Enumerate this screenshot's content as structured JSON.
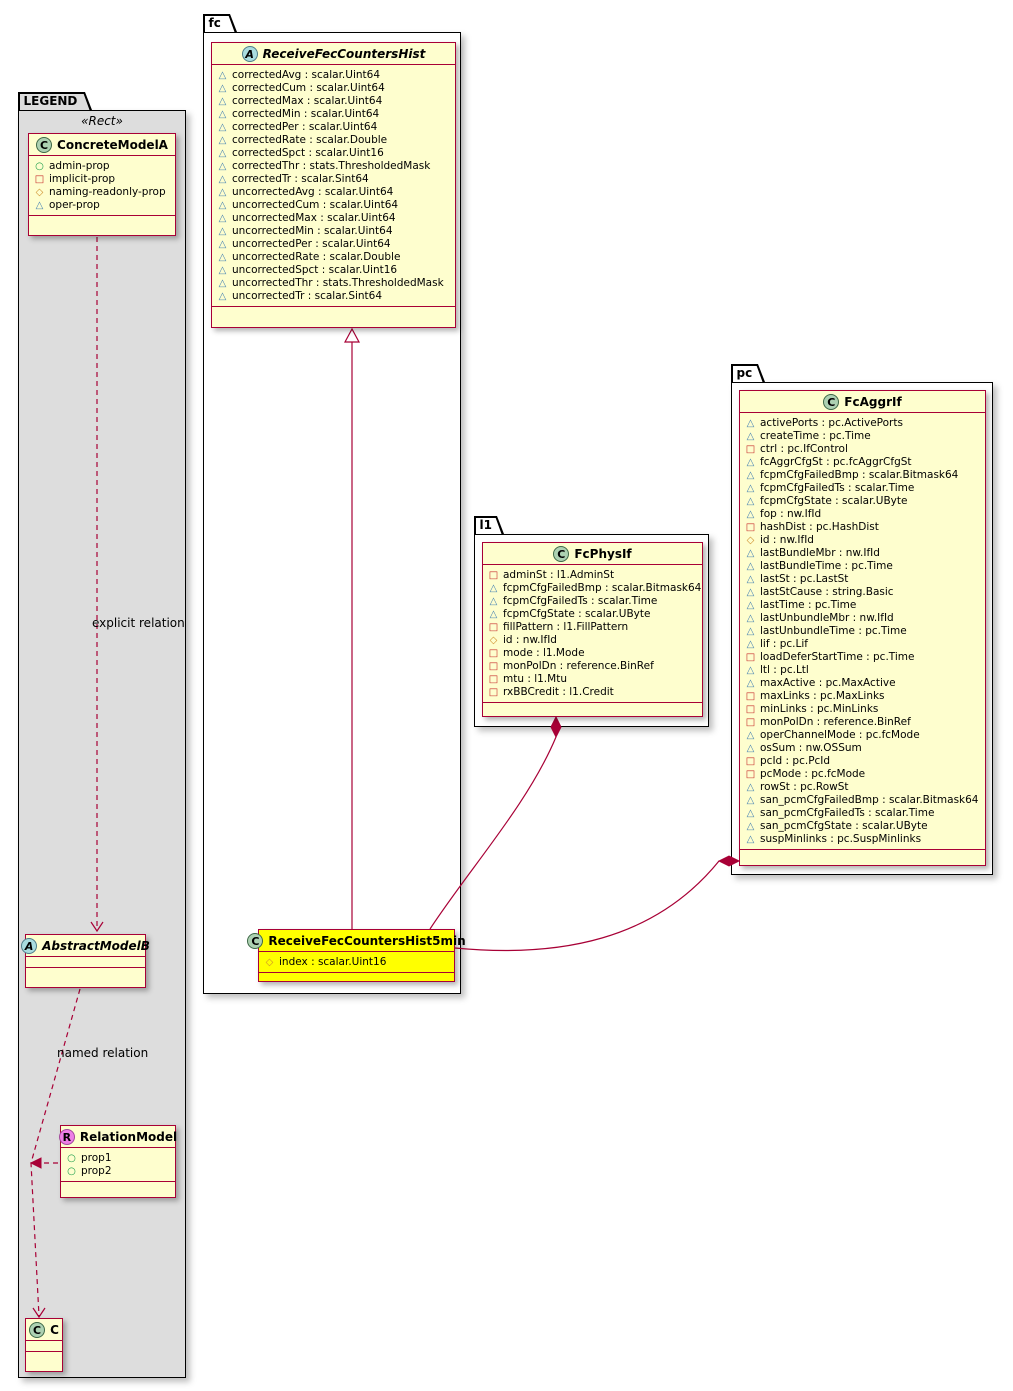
{
  "diagram": {
    "packages": {
      "fc": {
        "label": "fc"
      },
      "l1": {
        "label": "l1"
      },
      "pc": {
        "label": "pc"
      },
      "legend": {
        "label": "LEGEND",
        "stereotype": "«Rect»"
      }
    },
    "labels": {
      "explicitRelation": "explicit relation",
      "namedRelation": "named relation"
    },
    "classes": {
      "receiveFecCountersHist": {
        "spot": "A",
        "name": "ReceiveFecCountersHist",
        "members": [
          {
            "icon": "triangle-icon",
            "text": "correctedAvg : scalar.Uint64"
          },
          {
            "icon": "triangle-icon",
            "text": "correctedCum : scalar.Uint64"
          },
          {
            "icon": "triangle-icon",
            "text": "correctedMax : scalar.Uint64"
          },
          {
            "icon": "triangle-icon",
            "text": "correctedMin : scalar.Uint64"
          },
          {
            "icon": "triangle-icon",
            "text": "correctedPer : scalar.Uint64"
          },
          {
            "icon": "triangle-icon",
            "text": "correctedRate : scalar.Double"
          },
          {
            "icon": "triangle-icon",
            "text": "correctedSpct : scalar.Uint16"
          },
          {
            "icon": "triangle-icon",
            "text": "correctedThr : stats.ThresholdedMask"
          },
          {
            "icon": "triangle-icon",
            "text": "correctedTr : scalar.Sint64"
          },
          {
            "icon": "triangle-icon",
            "text": "uncorrectedAvg : scalar.Uint64"
          },
          {
            "icon": "triangle-icon",
            "text": "uncorrectedCum : scalar.Uint64"
          },
          {
            "icon": "triangle-icon",
            "text": "uncorrectedMax : scalar.Uint64"
          },
          {
            "icon": "triangle-icon",
            "text": "uncorrectedMin : scalar.Uint64"
          },
          {
            "icon": "triangle-icon",
            "text": "uncorrectedPer : scalar.Uint64"
          },
          {
            "icon": "triangle-icon",
            "text": "uncorrectedRate : scalar.Double"
          },
          {
            "icon": "triangle-icon",
            "text": "uncorrectedSpct : scalar.Uint16"
          },
          {
            "icon": "triangle-icon",
            "text": "uncorrectedThr : stats.ThresholdedMask"
          },
          {
            "icon": "triangle-icon",
            "text": "uncorrectedTr : scalar.Sint64"
          }
        ]
      },
      "receiveFecCountersHist5min": {
        "spot": "C",
        "name": "ReceiveFecCountersHist5min",
        "members": [
          {
            "icon": "diamond-icon",
            "text": "index : scalar.Uint16"
          }
        ]
      },
      "fcPhysIf": {
        "spot": "C",
        "name": "FcPhysIf",
        "members": [
          {
            "icon": "square-icon",
            "text": "adminSt : l1.AdminSt"
          },
          {
            "icon": "triangle-icon",
            "text": "fcpmCfgFailedBmp : scalar.Bitmask64"
          },
          {
            "icon": "triangle-icon",
            "text": "fcpmCfgFailedTs : scalar.Time"
          },
          {
            "icon": "triangle-icon",
            "text": "fcpmCfgState : scalar.UByte"
          },
          {
            "icon": "square-icon",
            "text": "fillPattern : l1.FillPattern"
          },
          {
            "icon": "diamond-icon",
            "text": "id : nw.IfId"
          },
          {
            "icon": "square-icon",
            "text": "mode : l1.Mode"
          },
          {
            "icon": "square-icon",
            "text": "monPolDn : reference.BinRef"
          },
          {
            "icon": "square-icon",
            "text": "mtu : l1.Mtu"
          },
          {
            "icon": "square-icon",
            "text": "rxBBCredit : l1.Credit"
          }
        ]
      },
      "fcAggrIf": {
        "spot": "C",
        "name": "FcAggrIf",
        "members": [
          {
            "icon": "triangle-icon",
            "text": "activePorts : pc.ActivePorts"
          },
          {
            "icon": "triangle-icon",
            "text": "createTime : pc.Time"
          },
          {
            "icon": "square-icon",
            "text": "ctrl : pc.IfControl"
          },
          {
            "icon": "triangle-icon",
            "text": "fcAggrCfgSt : pc.fcAggrCfgSt"
          },
          {
            "icon": "triangle-icon",
            "text": "fcpmCfgFailedBmp : scalar.Bitmask64"
          },
          {
            "icon": "triangle-icon",
            "text": "fcpmCfgFailedTs : scalar.Time"
          },
          {
            "icon": "triangle-icon",
            "text": "fcpmCfgState : scalar.UByte"
          },
          {
            "icon": "triangle-icon",
            "text": "fop : nw.IfId"
          },
          {
            "icon": "square-icon",
            "text": "hashDist : pc.HashDist"
          },
          {
            "icon": "diamond-icon",
            "text": "id : nw.IfId"
          },
          {
            "icon": "triangle-icon",
            "text": "lastBundleMbr : nw.IfId"
          },
          {
            "icon": "triangle-icon",
            "text": "lastBundleTime : pc.Time"
          },
          {
            "icon": "triangle-icon",
            "text": "lastSt : pc.LastSt"
          },
          {
            "icon": "triangle-icon",
            "text": "lastStCause : string.Basic"
          },
          {
            "icon": "triangle-icon",
            "text": "lastTime : pc.Time"
          },
          {
            "icon": "triangle-icon",
            "text": "lastUnbundleMbr : nw.IfId"
          },
          {
            "icon": "triangle-icon",
            "text": "lastUnbundleTime : pc.Time"
          },
          {
            "icon": "triangle-icon",
            "text": "lif : pc.Lif"
          },
          {
            "icon": "square-icon",
            "text": "loadDeferStartTime : pc.Time"
          },
          {
            "icon": "triangle-icon",
            "text": "ltl : pc.Ltl"
          },
          {
            "icon": "triangle-icon",
            "text": "maxActive : pc.MaxActive"
          },
          {
            "icon": "square-icon",
            "text": "maxLinks : pc.MaxLinks"
          },
          {
            "icon": "square-icon",
            "text": "minLinks : pc.MinLinks"
          },
          {
            "icon": "square-icon",
            "text": "monPolDn : reference.BinRef"
          },
          {
            "icon": "triangle-icon",
            "text": "operChannelMode : pc.fcMode"
          },
          {
            "icon": "triangle-icon",
            "text": "osSum : nw.OSSum"
          },
          {
            "icon": "square-icon",
            "text": "pcId : pc.PcId"
          },
          {
            "icon": "square-icon",
            "text": "pcMode : pc.fcMode"
          },
          {
            "icon": "triangle-icon",
            "text": "rowSt : pc.RowSt"
          },
          {
            "icon": "triangle-icon",
            "text": "san_pcmCfgFailedBmp : scalar.Bitmask64"
          },
          {
            "icon": "triangle-icon",
            "text": "san_pcmCfgFailedTs : scalar.Time"
          },
          {
            "icon": "triangle-icon",
            "text": "san_pcmCfgState : scalar.UByte"
          },
          {
            "icon": "triangle-icon",
            "text": "suspMinlinks : pc.SuspMinlinks"
          }
        ]
      },
      "concreteModelA": {
        "spot": "C",
        "name": "ConcreteModelA",
        "members": [
          {
            "icon": "circle-icon",
            "text": "admin-prop"
          },
          {
            "icon": "square-icon",
            "text": "implicit-prop"
          },
          {
            "icon": "diamond-icon",
            "text": "naming-readonly-prop"
          },
          {
            "icon": "triangle-icon",
            "text": "oper-prop"
          }
        ]
      },
      "abstractModelB": {
        "spot": "A",
        "name": "AbstractModelB",
        "members": []
      },
      "relationModel": {
        "spot": "R",
        "name": "RelationModel",
        "members": [
          {
            "icon": "circle-icon",
            "text": "prop1"
          },
          {
            "icon": "circle-icon",
            "text": "prop2"
          }
        ]
      },
      "c": {
        "spot": "C",
        "name": "C",
        "members": []
      }
    },
    "colors": {
      "classBorder": "#A80036",
      "classFill": "#FEFECE",
      "highlightFill": "#FFFF00",
      "legendFill": "#DDDDDD",
      "spotClass": "#ADD1B2",
      "spotAbstract": "#A9DCDF",
      "spotRelation": "#EE7EE7",
      "visCircle": "#1B9E4B",
      "visSquare": "#C62828",
      "visDiamond": "#CE8E2C",
      "visTriangle": "#4B86B4",
      "edge": "#A80036"
    }
  }
}
